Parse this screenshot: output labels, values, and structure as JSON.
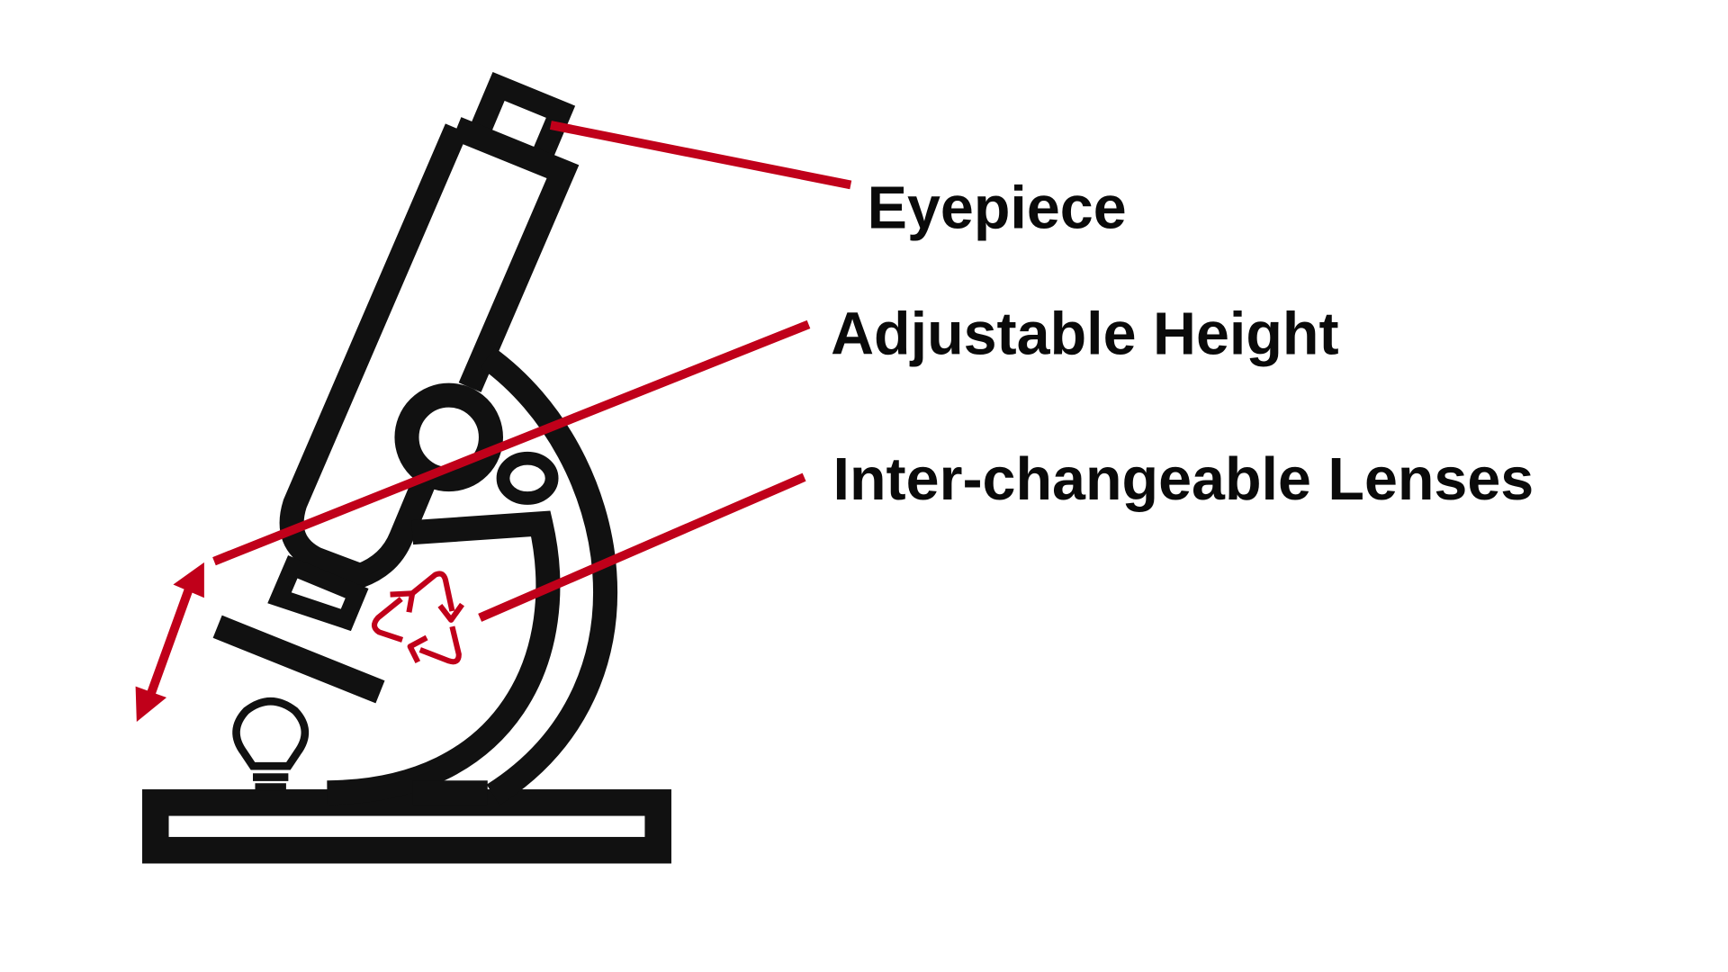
{
  "labels": {
    "eyepiece": "Eyepiece",
    "adjustable_height": "Adjustable Height",
    "lenses": "Inter-changeable Lenses"
  },
  "colors": {
    "outline": "#111111",
    "accent": "#c0001a",
    "background": "#ffffff"
  },
  "icons": [
    "microscope-icon",
    "light-bulb-icon",
    "double-arrow-icon",
    "recycle-arrows-icon"
  ]
}
